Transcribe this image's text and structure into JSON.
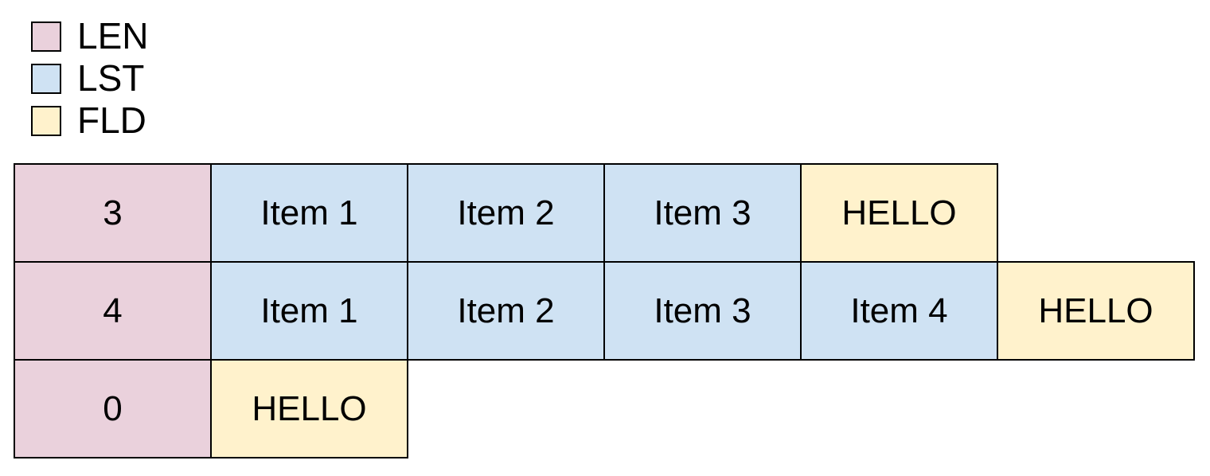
{
  "colors": {
    "LEN": "#ead1dc",
    "LST": "#cfe2f3",
    "FLD": "#fff2cc",
    "border": "#000000"
  },
  "legend": {
    "items": [
      {
        "label": "LEN",
        "color": "#ead1dc"
      },
      {
        "label": "LST",
        "color": "#cfe2f3"
      },
      {
        "label": "FLD",
        "color": "#fff2cc"
      }
    ]
  },
  "diagram": {
    "rows": [
      {
        "cells": [
          {
            "type": "LEN",
            "text": "3"
          },
          {
            "type": "LST",
            "text": "Item 1"
          },
          {
            "type": "LST",
            "text": "Item 2"
          },
          {
            "type": "LST",
            "text": "Item 3"
          },
          {
            "type": "FLD",
            "text": "HELLO"
          }
        ]
      },
      {
        "cells": [
          {
            "type": "LEN",
            "text": "4"
          },
          {
            "type": "LST",
            "text": "Item 1"
          },
          {
            "type": "LST",
            "text": "Item 2"
          },
          {
            "type": "LST",
            "text": "Item 3"
          },
          {
            "type": "LST",
            "text": "Item 4"
          },
          {
            "type": "FLD",
            "text": "HELLO"
          }
        ]
      },
      {
        "cells": [
          {
            "type": "LEN",
            "text": "0"
          },
          {
            "type": "FLD",
            "text": "HELLO"
          }
        ]
      }
    ]
  }
}
